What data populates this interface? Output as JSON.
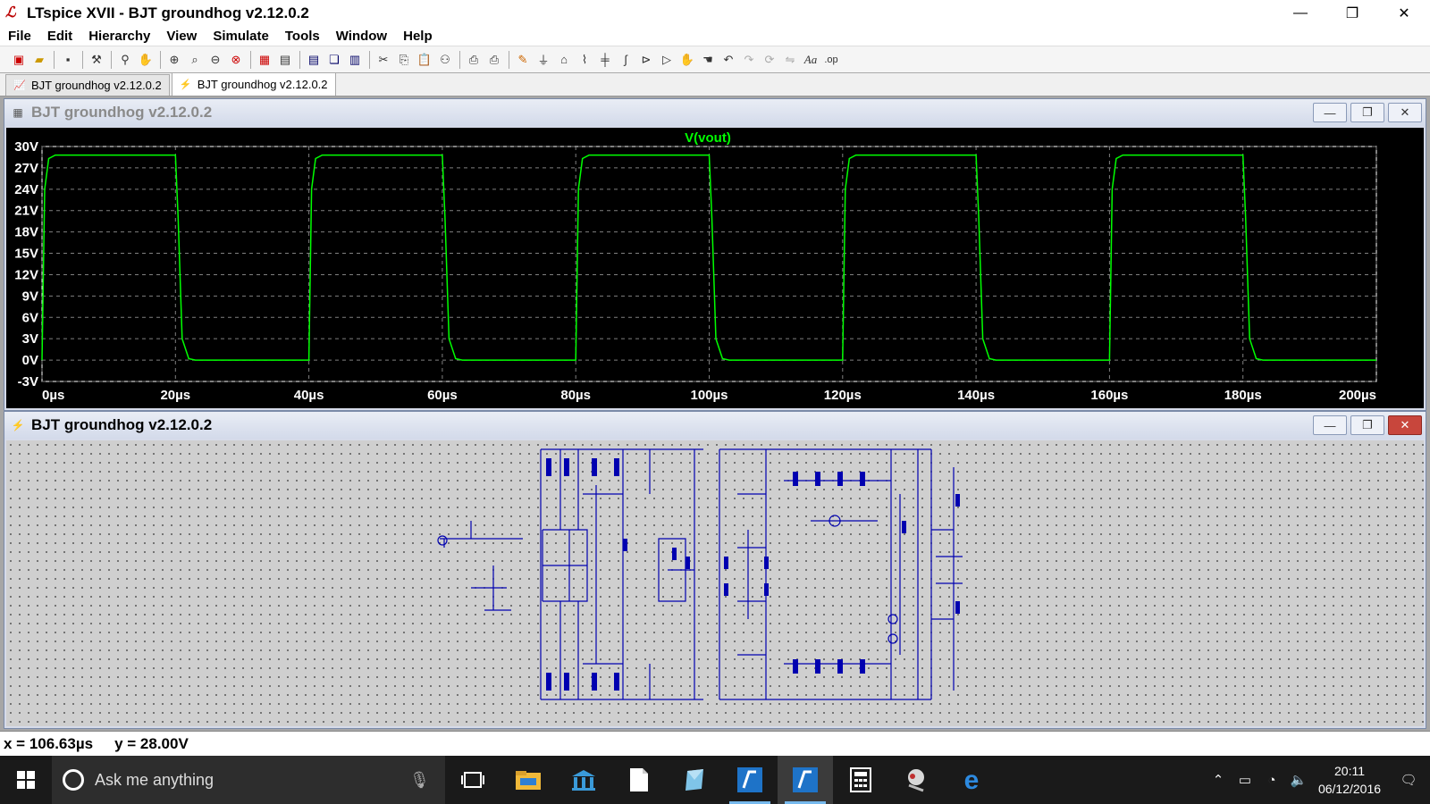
{
  "window": {
    "title": "LTspice XVII - BJT groundhog v2.12.0.2",
    "controls": {
      "minimize": "—",
      "maximize": "❐",
      "close": "✕"
    }
  },
  "menu": [
    "File",
    "Edit",
    "Hierarchy",
    "View",
    "Simulate",
    "Tools",
    "Window",
    "Help"
  ],
  "toolbar": {
    "icons": [
      "new-schematic-icon",
      "open-icon",
      "save-icon",
      "control-panel-icon",
      "run-icon",
      "halt-icon",
      "zoom-in-icon",
      "zoom-area-icon",
      "zoom-out-icon",
      "zoom-fit-icon",
      "autorange-icon",
      "grid-icon",
      "tile-horizontal-icon",
      "cascade-icon",
      "tile-vertical-icon",
      "cut-icon",
      "copy-icon",
      "paste-icon",
      "find-icon",
      "print-setup-icon",
      "print-icon",
      "wire-icon",
      "ground-icon",
      "label-icon",
      "resistor-icon",
      "capacitor-icon",
      "inductor-icon",
      "diode-icon",
      "component-icon",
      "move-icon",
      "drag-icon",
      "undo-icon",
      "redo-icon",
      "rotate-icon",
      "mirror-icon",
      "text-icon",
      "spice-directive-icon"
    ]
  },
  "tabs": [
    {
      "label": "BJT groundhog v2.12.0.2",
      "kind": "waveform",
      "active": false
    },
    {
      "label": "BJT groundhog v2.12.0.2",
      "kind": "schematic",
      "active": true
    }
  ],
  "waveform_window": {
    "title": "BJT groundhog v2.12.0.2",
    "buttons": {
      "minimize": "—",
      "restore": "❐",
      "close": "✕"
    }
  },
  "schematic_window": {
    "title": "BJT groundhog v2.12.0.2",
    "buttons": {
      "minimize": "—",
      "restore": "❐",
      "close": "✕"
    }
  },
  "chart_data": {
    "type": "line",
    "title": "V(vout)",
    "series": [
      {
        "name": "V(vout)",
        "color": "#00ff00",
        "points": [
          [
            0,
            0
          ],
          [
            0.4,
            24
          ],
          [
            1,
            28.3
          ],
          [
            2,
            28.8
          ],
          [
            20,
            28.8
          ],
          [
            20.4,
            20
          ],
          [
            21,
            3
          ],
          [
            22,
            0.2
          ],
          [
            23,
            0
          ],
          [
            40,
            0
          ],
          [
            40.4,
            24
          ],
          [
            41,
            28.3
          ],
          [
            42,
            28.8
          ],
          [
            60,
            28.8
          ],
          [
            60.4,
            20
          ],
          [
            61,
            3
          ],
          [
            62,
            0.2
          ],
          [
            63,
            0
          ],
          [
            80,
            0
          ],
          [
            80.4,
            24
          ],
          [
            81,
            28.3
          ],
          [
            82,
            28.8
          ],
          [
            100,
            28.8
          ],
          [
            100.4,
            20
          ],
          [
            101,
            3
          ],
          [
            102,
            0.2
          ],
          [
            103,
            0
          ],
          [
            120,
            0
          ],
          [
            120.4,
            24
          ],
          [
            121,
            28.3
          ],
          [
            122,
            28.8
          ],
          [
            140,
            28.8
          ],
          [
            140.4,
            20
          ],
          [
            141,
            3
          ],
          [
            142,
            0.2
          ],
          [
            143,
            0
          ],
          [
            160,
            0
          ],
          [
            160.4,
            24
          ],
          [
            161,
            28.3
          ],
          [
            162,
            28.8
          ],
          [
            180,
            28.8
          ],
          [
            180.4,
            20
          ],
          [
            181,
            3
          ],
          [
            182,
            0.2
          ],
          [
            183,
            0
          ],
          [
            200,
            0
          ]
        ]
      }
    ],
    "x_unit": "µs",
    "xlim": [
      0,
      200
    ],
    "ylim": [
      -3,
      30
    ],
    "x_ticks": [
      "0µs",
      "20µs",
      "40µs",
      "60µs",
      "80µs",
      "100µs",
      "120µs",
      "140µs",
      "160µs",
      "180µs",
      "200µs"
    ],
    "y_ticks": [
      "30V",
      "27V",
      "24V",
      "21V",
      "18V",
      "15V",
      "12V",
      "9V",
      "6V",
      "3V",
      "0V",
      "-3V"
    ],
    "grid": true
  },
  "status": {
    "x_readout": "x = 106.63µs",
    "y_readout": "y = 28.00V"
  },
  "taskbar": {
    "search_placeholder": "Ask me anything",
    "apps": [
      "task-view-icon",
      "file-explorer-icon",
      "library-icon",
      "document-icon",
      "paint-icon",
      "ltspice-iv-icon",
      "ltspice-xvii-icon",
      "calculator-icon",
      "snipping-icon",
      "edge-icon"
    ],
    "time": "20:11",
    "date": "06/12/2016"
  }
}
